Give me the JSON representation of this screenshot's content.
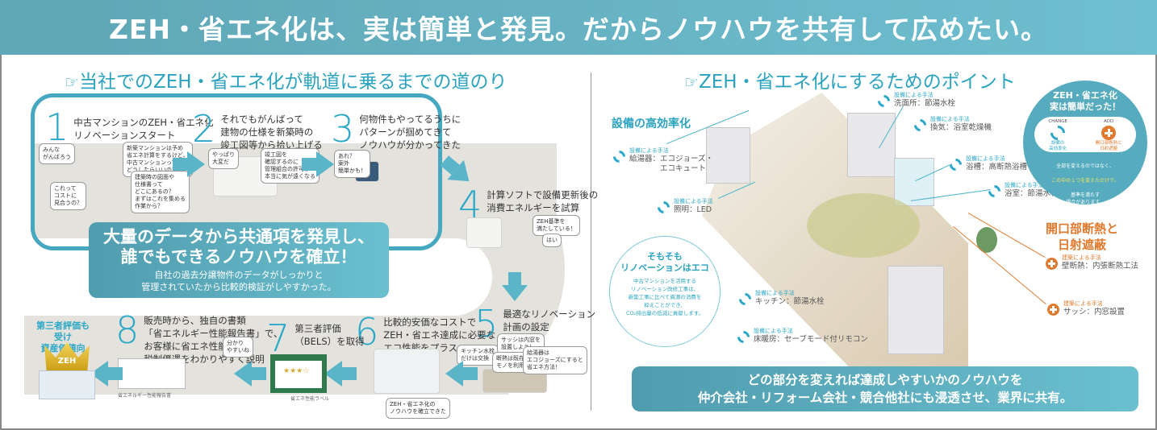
{
  "banner": {
    "title": "ZEH・省エネ化は、実は簡単と発見。だからノウハウを共有して広めたい。"
  },
  "left": {
    "section_icon": "☞",
    "section_title": "当社でのZEH・省エネ化が軌道に乗るまでの道のり",
    "steps": [
      {
        "num": "1",
        "text": "中古マンションのZEH・省エネ化\nリノベーションスタート",
        "bubbles": [
          "みんな\nがんばろう",
          "新築マンションは予め\n省エネ計算をするけど、\n中古マンションって\nどうしたらいいの？",
          "建築時の図面や\n仕様書って\nどこにあるの？\nまずはこれを集める\n作業から？",
          "これって\nコストに\n見合うの？"
        ]
      },
      {
        "num": "2",
        "text": "それでもがんばって\n建物の仕様を新築時の\n竣工図等から拾い上げる",
        "bubbles": [
          "やっぱり\n大変だ",
          "竣工図を\n確認するのに\n管理組合の許可か\n本当に気が遠くなる"
        ]
      },
      {
        "num": "3",
        "text": "何物件もやってるうちに\nパターンが掴めてきて\nノウハウが分かってきた",
        "bubbles": [
          "あれ？\n案外\n簡単かも！"
        ]
      },
      {
        "num": "4",
        "text": "計算ソフトで設備更新後の\n消費エネルギーを試算",
        "bubbles": [
          "ZEH基準を\n満たしている！",
          "はい"
        ]
      },
      {
        "num": "5",
        "text": "最適なリノベーション\n計画の設定",
        "bubbles": [
          "キッチン水栓\nだけは交換",
          "サッシは内窓を\n設置しよう！",
          "断熱は既存の\nモノを利用",
          "給湯器は\nエコジョーズにすると\n省エネ方法！"
        ]
      },
      {
        "num": "6",
        "text": "比較的安価なコストで\nZEH・省エネ達成に必要な\nエコ性能をプラス",
        "bubbles": [
          "ZEH・省エネ化の\nノウハウを確立できた"
        ]
      },
      {
        "num": "7",
        "text": "第三者評価\n（BELS）を取得",
        "caption": "省エネ性能ラベル"
      },
      {
        "num": "8",
        "text": "販売時から、独自の書類\n「省エネルギー性能報告書」で、\nお客様に省エネ性能や\n税制優遇をわかりやすく説明",
        "bubbles": [
          "分かり\nやすいね"
        ],
        "caption": "省エネルギー性能報告書"
      }
    ],
    "key_message": {
      "title_line1": "大量のデータから共通項を発見し、",
      "title_line2": "誰でもできるノウハウを確立！",
      "body_line1": "自社の過去分譲物件のデータがしっかりと",
      "body_line2": "管理されていたから比較的検証がしやすかった。"
    },
    "zeh_badge": {
      "text": "第三者評価も受け\n資産価値向上！",
      "crown_label": "ZEH"
    }
  },
  "right": {
    "section_icon": "☞",
    "section_title": "ZEH・省エネ化にするためのポイント",
    "equipment_title": "設備の高効率化",
    "opening_title": "開口部断熱と\n日射遮蔽",
    "callouts": [
      {
        "type": "equipment",
        "caption": "設備による手法",
        "value": "給湯器：エコジョーズ・\n　　　　エコキュート"
      },
      {
        "type": "equipment",
        "caption": "設備による手法",
        "value": "照明：LED"
      },
      {
        "type": "equipment",
        "caption": "設備による手法",
        "value": "洗面所：節湯水栓"
      },
      {
        "type": "equipment",
        "caption": "設備による手法",
        "value": "換気：浴室乾燥機"
      },
      {
        "type": "equipment",
        "caption": "設備による手法",
        "value": "浴槽：高断熱浴槽"
      },
      {
        "type": "equipment",
        "caption": "設備による手法",
        "value": "浴室：節湯水栓"
      },
      {
        "type": "equipment",
        "caption": "設備による手法",
        "value": "キッチン：節湯水栓"
      },
      {
        "type": "equipment",
        "caption": "設備による手法",
        "value": "床暖房：セーブモード付リモコン"
      },
      {
        "type": "building",
        "caption": "建築による手法",
        "value": "壁断熱：内張断熱工法"
      },
      {
        "type": "building",
        "caption": "建築による手法",
        "value": "サッシ：内窓設置"
      }
    ],
    "eco_circle": {
      "title": "そもそも\nリノベーションはエコ",
      "body": "中古マンションを活用する\nリノベーション改修工事は、\n新築工事に比べて資源の消費を\n抑えことができ、\nCO₂排出量の低減に貢献します。"
    },
    "easy_circle": {
      "title": "ZEH・省エネ化\n実は簡単だった！",
      "change_label": "CHANGE",
      "change_text": "設備の\n高効率化",
      "add_label": "ADD",
      "add_text": "開口部断熱と\n日射遮蔽",
      "body1": "全部を変えるのではなく、",
      "body_highlight": "この中の１つを変えただけで、",
      "body2": "基準を満たす\n場合があります。"
    },
    "bottom_message": {
      "line1": "どの部分を変えれば達成しやすいかのノウハウを",
      "line2": "仲介会社・リフォーム会社・競合他社にも浸透させ、業界に共有。"
    }
  },
  "colors": {
    "accent_teal": "#45a8c0",
    "accent_orange": "#e07a2e",
    "banner": "#62aebf"
  }
}
